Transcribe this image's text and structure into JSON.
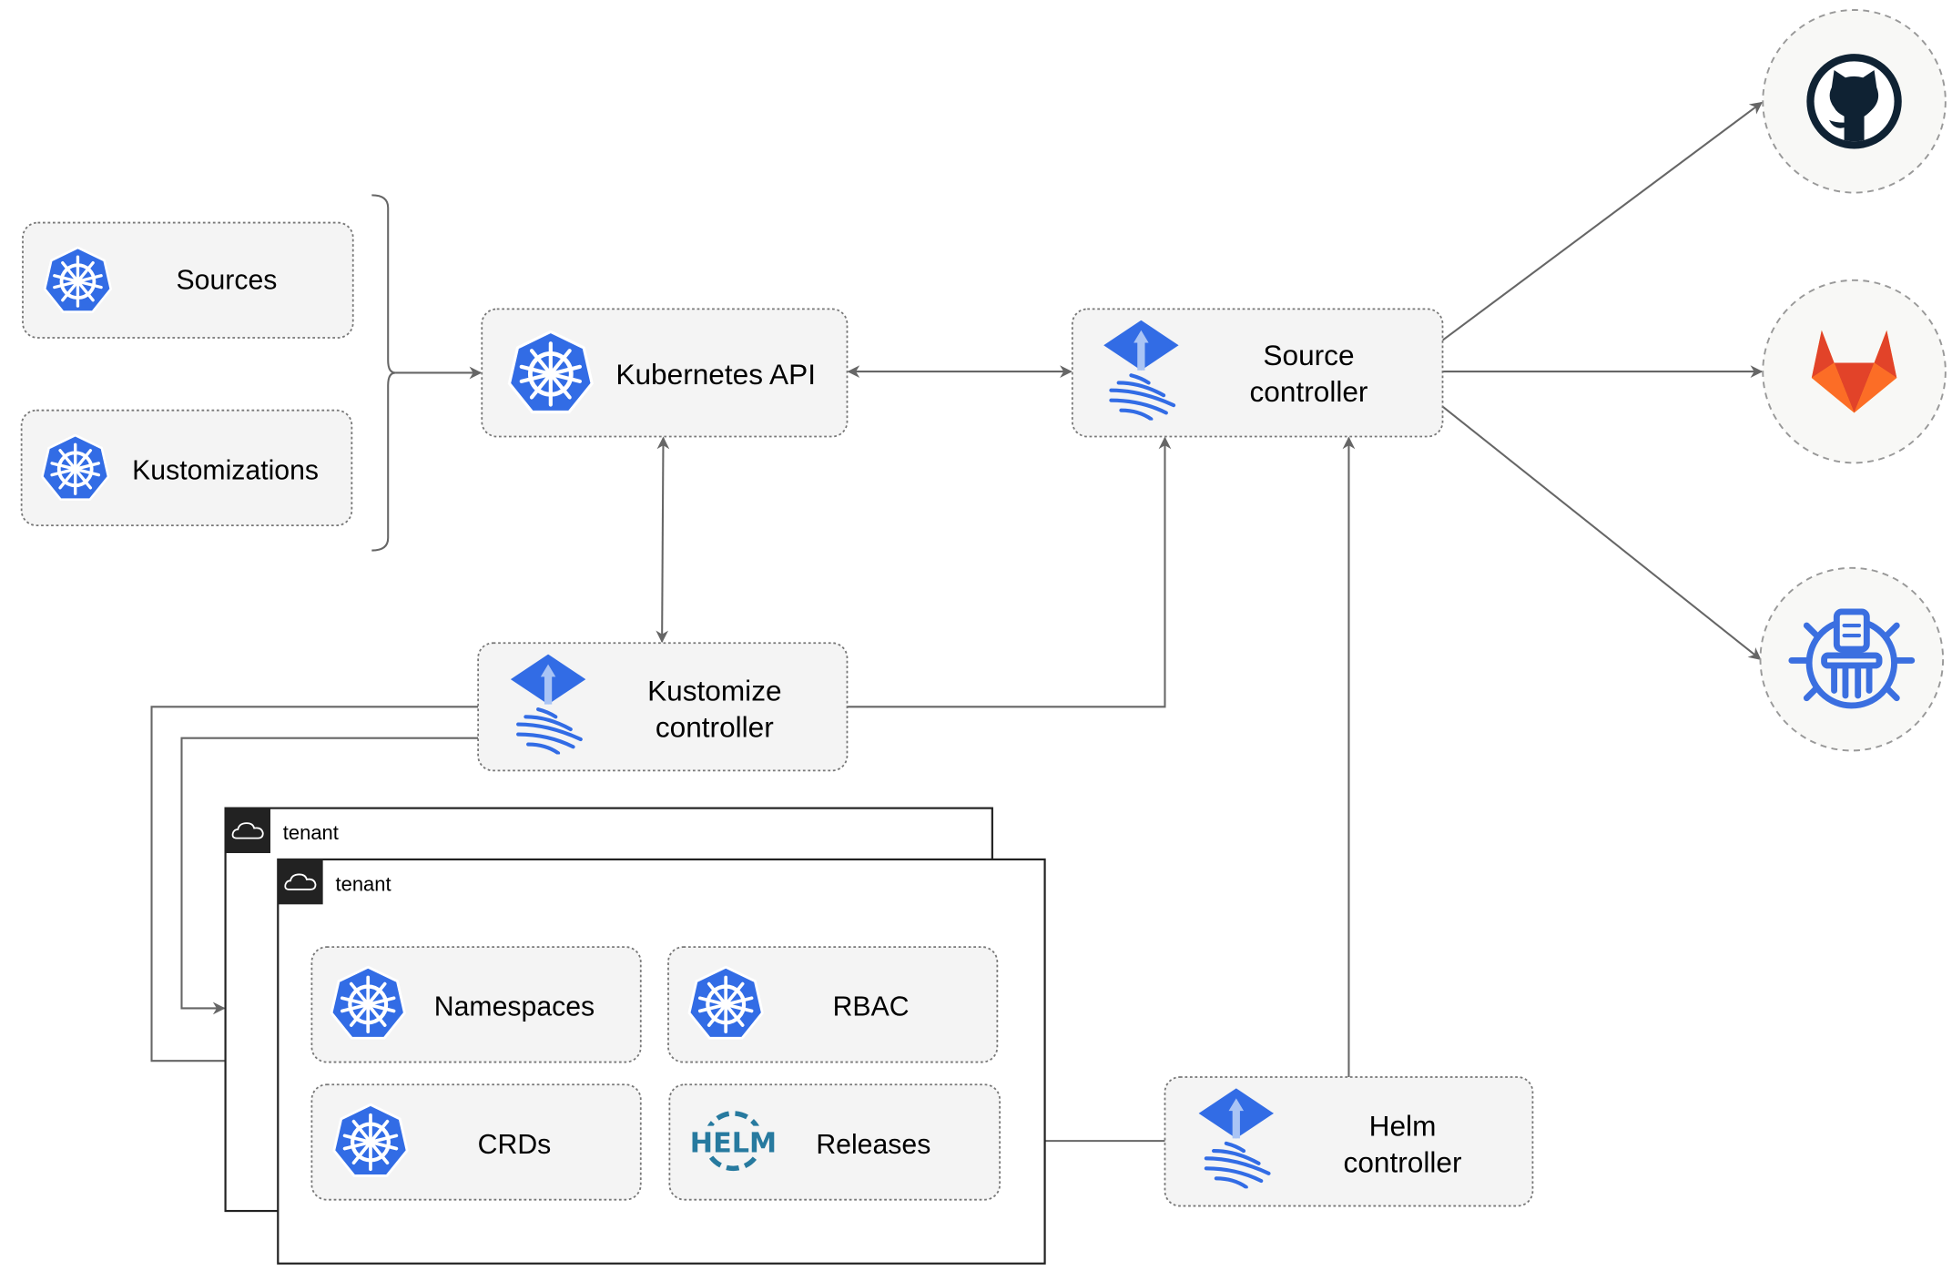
{
  "nodes": {
    "sources": "Sources",
    "kustomizations": "Kustomizations",
    "kubernetes_api": "Kubernetes API",
    "source_controller": [
      "Source",
      "controller"
    ],
    "kustomize_controller": [
      "Kustomize",
      "controller"
    ],
    "helm_controller": [
      "Helm",
      "controller"
    ],
    "namespaces": "Namespaces",
    "rbac": "RBAC",
    "crds": "CRDs",
    "releases": "Releases"
  },
  "tenants": [
    "tenant",
    "tenant"
  ],
  "helm_logo_text": "HELM",
  "external_sources": [
    "github-icon",
    "gitlab-icon",
    "helm-repository-icon"
  ],
  "colors": {
    "kubernetes_blue": "#326ce5",
    "flux_blue": "#3b6fe0",
    "github": "#0f2233",
    "gitlab_red": "#e24329",
    "gitlab_orange": "#fca326",
    "helm_blue": "#277a9f"
  }
}
